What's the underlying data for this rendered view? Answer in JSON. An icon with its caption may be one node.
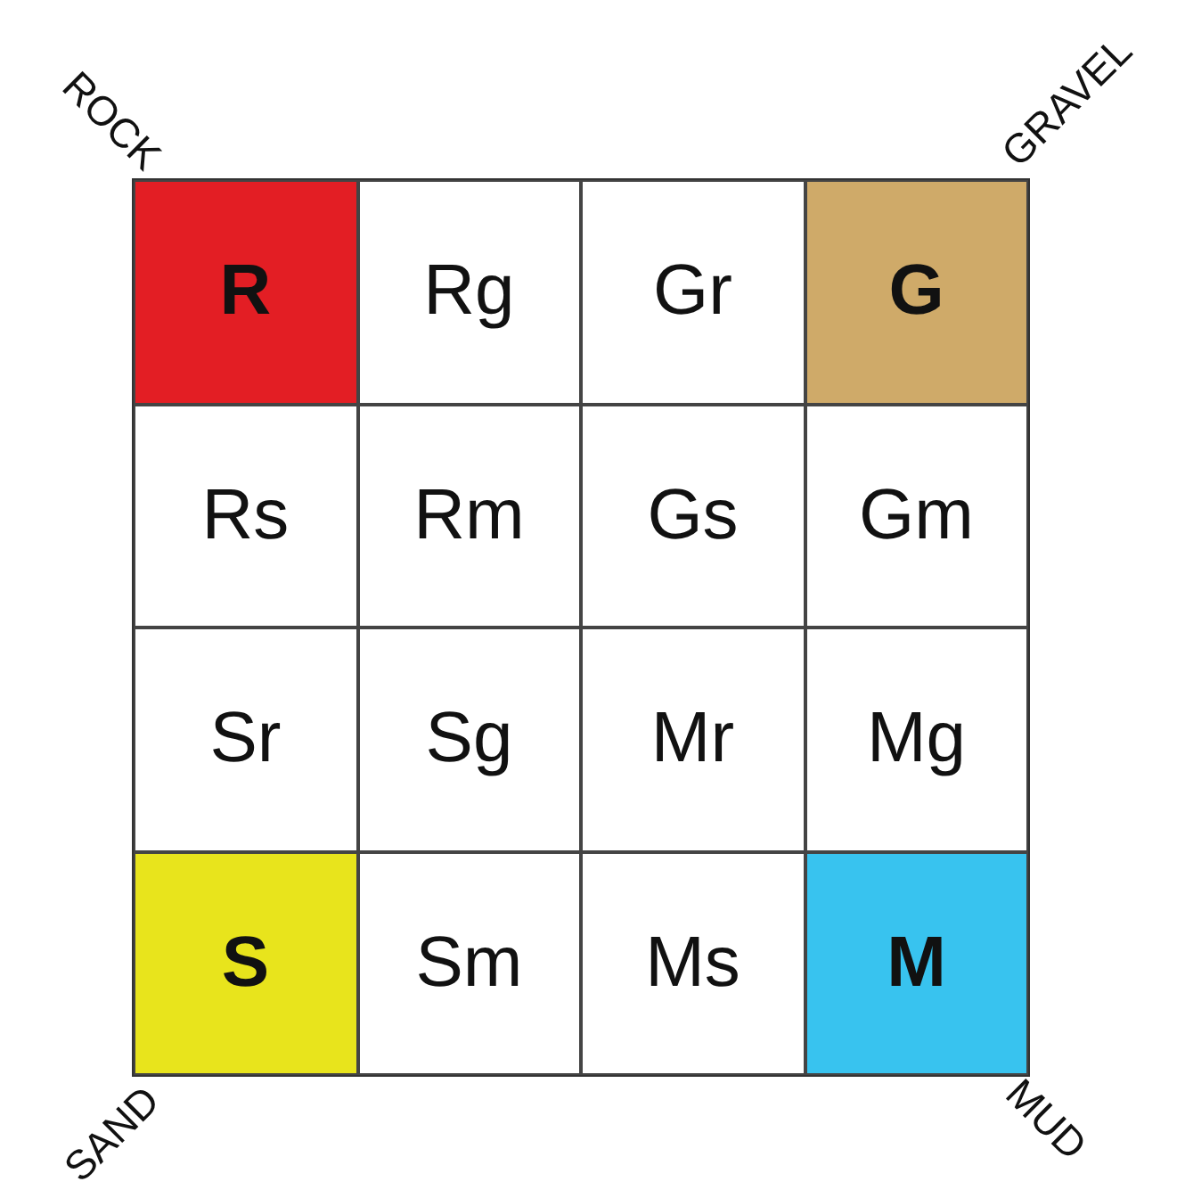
{
  "diagram": {
    "nodes": [
      {
        "text": [
          "R"
        ]
      },
      {
        "text": [
          "Rg"
        ]
      },
      {
        "text": [
          "Gr"
        ]
      },
      {
        "text": [
          "G"
        ]
      },
      {
        "text": [
          "Rs"
        ]
      },
      {
        "text": [
          "Rm"
        ]
      },
      {
        "text": [
          "Gs"
        ]
      },
      {
        "text": [
          "Gm"
        ]
      },
      {
        "text": [
          "Sr"
        ]
      },
      {
        "text": [
          "Sg"
        ]
      },
      {
        "text": [
          "Mr"
        ]
      },
      {
        "text": [
          "Mg"
        ]
      },
      {
        "text": [
          "S"
        ]
      },
      {
        "text": [
          "Sm"
        ]
      },
      {
        "text": [
          "Ms"
        ]
      },
      {
        "text": [
          "M"
        ]
      }
    ],
    "labels": [
      "ROCK",
      "GRAVEL",
      "SAND",
      "MUD"
    ]
  }
}
